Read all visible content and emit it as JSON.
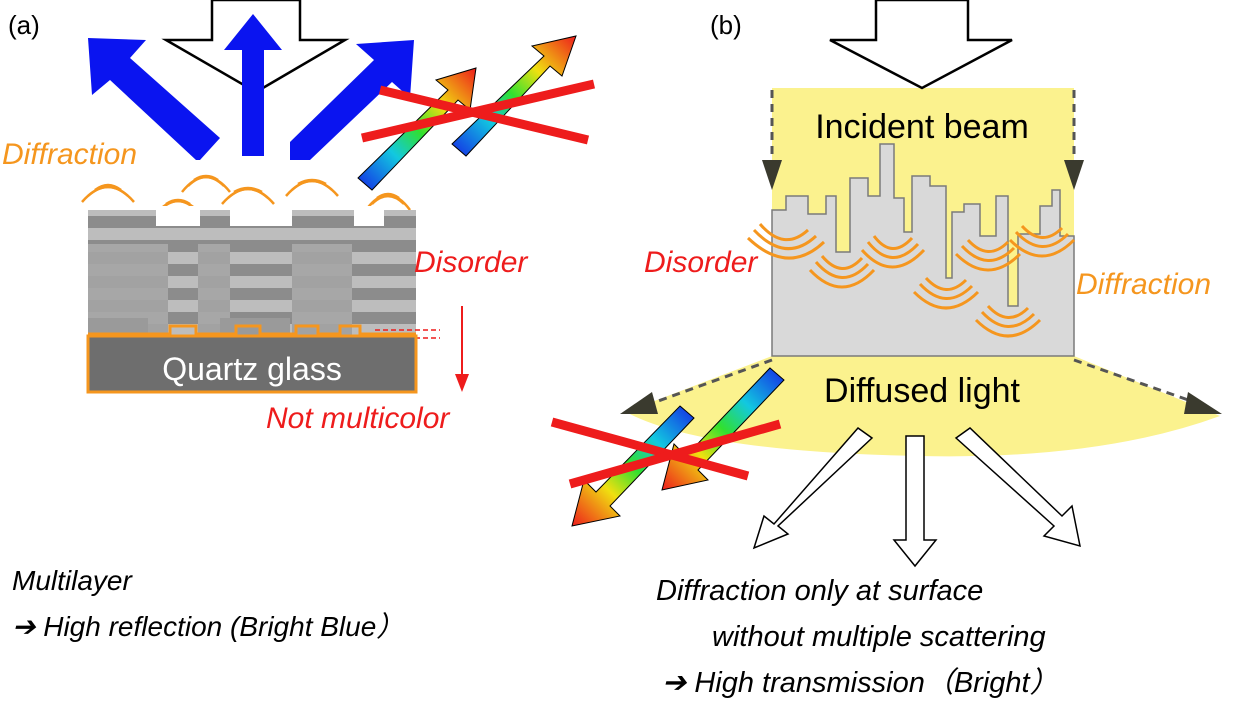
{
  "panel_a": {
    "label": "(a)",
    "diffraction": "Diffraction",
    "disorder": "Disorder",
    "substrate": "Quartz glass",
    "not_multicolor": "Not multicolor",
    "caption_line1": "Multilayer",
    "caption_line2": "➔ High reflection (Bright Blue）"
  },
  "panel_b": {
    "label": "(b)",
    "incident": "Incident beam",
    "disorder": "Disorder",
    "diffraction": "Diffraction",
    "diffused": "Diffused light",
    "caption_line1": "Diffraction only at surface",
    "caption_line2": "without multiple scattering",
    "caption_line3": "➔ High transmission（Bright）"
  },
  "colors": {
    "blue_arrow": "#0a14f0",
    "diffraction_orange": "#f5961e",
    "disorder_red": "#ee1c1c",
    "glow_yellow": "#fbf28e",
    "structure_gray": "#d9d9d9",
    "glass_gray": "#6e6e6e"
  }
}
